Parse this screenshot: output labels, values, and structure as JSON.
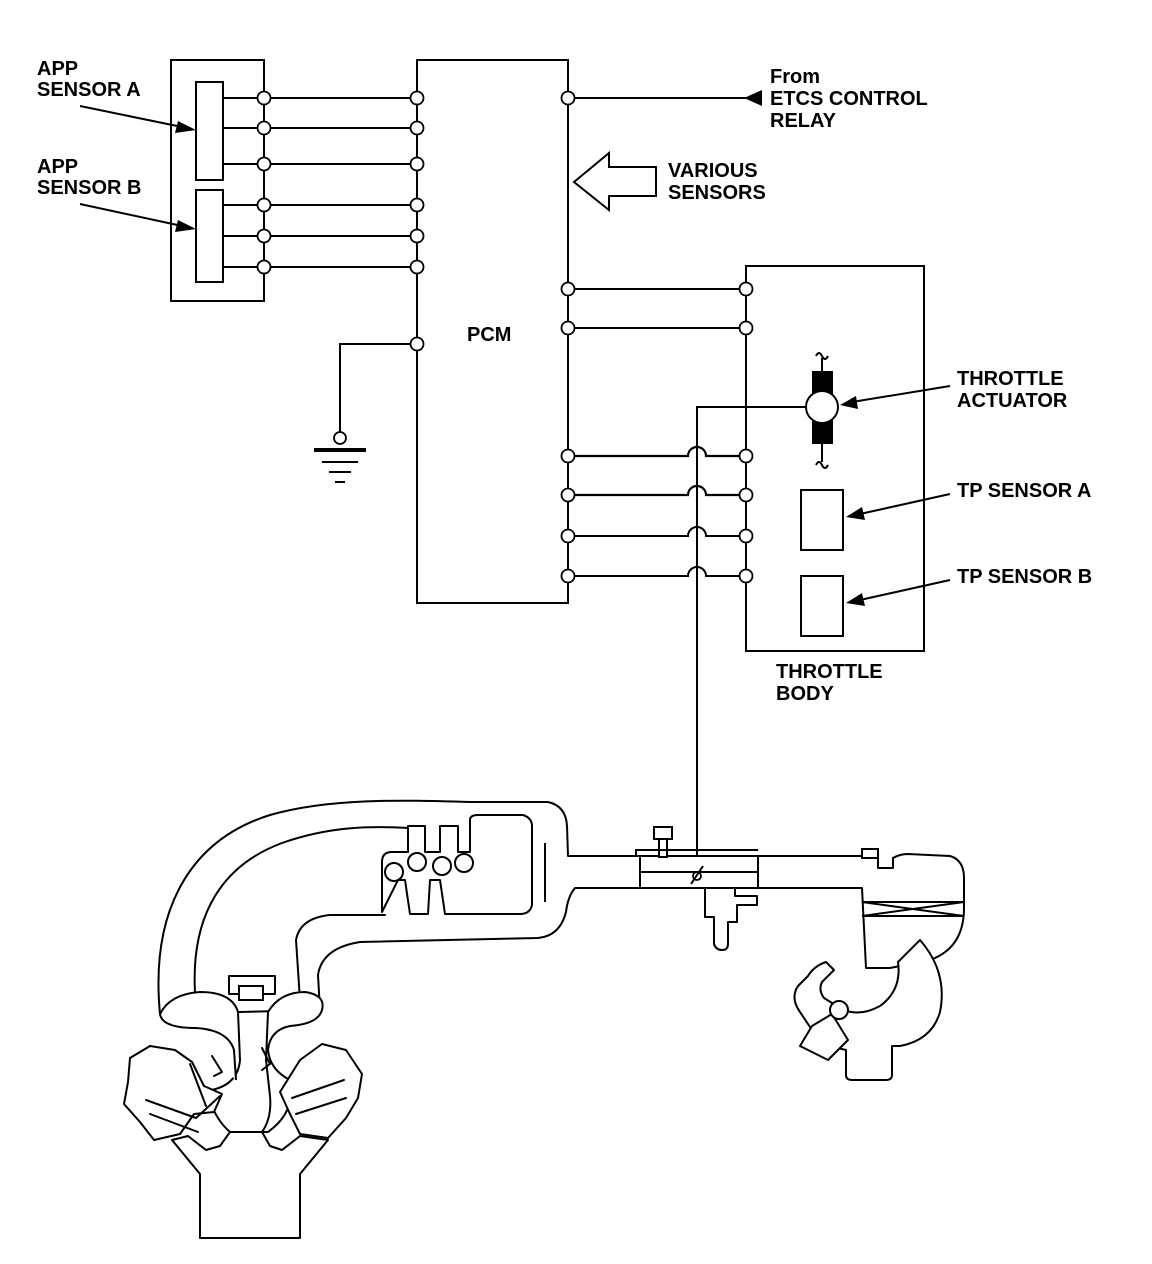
{
  "labels": {
    "app_sensor_a": [
      "APP",
      "SENSOR A"
    ],
    "app_sensor_b": [
      "APP",
      "SENSOR B"
    ],
    "from_etcs": [
      "From",
      "ETCS CONTROL",
      "RELAY"
    ],
    "various_sensors": [
      "VARIOUS",
      "SENSORS"
    ],
    "pcm": "PCM",
    "throttle_actuator": [
      "THROTTLE",
      "ACTUATOR"
    ],
    "tp_sensor_a": "TP SENSOR A",
    "tp_sensor_b": "TP SENSOR B",
    "throttle_body": [
      "THROTTLE",
      "BODY"
    ]
  },
  "colors": {
    "line": "#000000",
    "background": "#ffffff"
  },
  "icons": [
    "ground-symbol-icon",
    "arrow-icon",
    "motor-icon"
  ]
}
